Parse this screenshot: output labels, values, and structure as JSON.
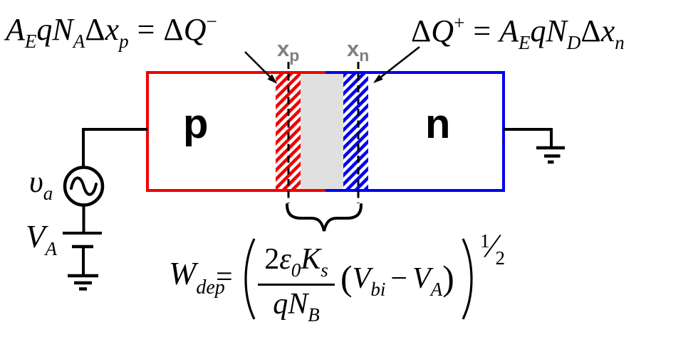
{
  "regions": {
    "p_label": "p",
    "n_label": "n",
    "xp_base": "x",
    "xp_sub": "p",
    "xn_base": "x",
    "xn_sub": "n"
  },
  "colors": {
    "p_red": "#ee0000",
    "n_blue": "#0000ee",
    "depletion_gray": "#e0e0e0",
    "marker_gray": "#808080"
  },
  "eq_neg": {
    "A": "A",
    "A_sub": "E",
    "qN": "qN",
    "qN_sub": "A",
    "delta": "Δ",
    "x": "x",
    "x_sub": "p",
    "equals": "=",
    "delta2": "Δ",
    "Q": "Q",
    "Q_sup": "−"
  },
  "eq_pos": {
    "delta": "Δ",
    "Q": "Q",
    "Q_sup": "+",
    "equals": "=",
    "A": "A",
    "A_sub": "E",
    "qN": "qN",
    "qN_sub": "D",
    "delta2": "Δ",
    "x": "x",
    "x_sub": "n"
  },
  "eq_wdep": {
    "W": "W",
    "W_sub": "dep",
    "equals": "=",
    "num_2": "2",
    "num_eps": "ε",
    "num_eps_sub": "0",
    "num_K": "K",
    "num_K_sub": "s",
    "den_qN": "qN",
    "den_qN_sub": "B",
    "lparen": "(",
    "V_bi": "V",
    "V_bi_sub": "bi",
    "minus": "−",
    "V_A": "V",
    "V_A_sub": "A",
    "rparen": ")",
    "exp_num": "1",
    "exp_slash": "⁄",
    "exp_den": "2"
  },
  "circuit": {
    "ac_base": "υ",
    "ac_sub": "a",
    "dc_base": "V",
    "dc_sub": "A"
  }
}
